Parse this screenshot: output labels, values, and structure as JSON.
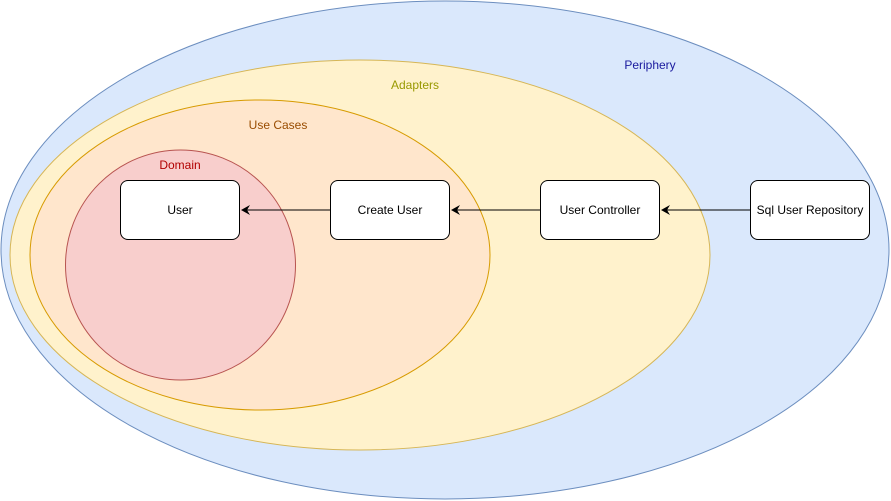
{
  "diagram": {
    "title": "Clean Architecture Layers",
    "layers": [
      {
        "id": "periphery",
        "label": "Periphery",
        "fill": "#dae8fc",
        "stroke": "#6c8ebf",
        "label_color": "#1a1a9e"
      },
      {
        "id": "adapters",
        "label": "Adapters",
        "fill": "#fff2cc",
        "stroke": "#d6b656",
        "label_color": "#999900"
      },
      {
        "id": "use-cases",
        "label": "Use Cases",
        "fill": "#ffe6cc",
        "stroke": "#d79b00",
        "label_color": "#994c00"
      },
      {
        "id": "domain",
        "label": "Domain",
        "fill": "#f8cecc",
        "stroke": "#b85450",
        "label_color": "#b20000"
      }
    ],
    "nodes": [
      {
        "id": "user",
        "label": "User",
        "layer": "domain"
      },
      {
        "id": "create-user",
        "label": "Create User",
        "layer": "use-cases"
      },
      {
        "id": "user-controller",
        "label": "User Controller",
        "layer": "adapters"
      },
      {
        "id": "sql-user-repository",
        "label": "Sql User Repository",
        "layer": "periphery"
      }
    ],
    "edges": [
      {
        "from": "create-user",
        "to": "user"
      },
      {
        "from": "user-controller",
        "to": "create-user"
      },
      {
        "from": "sql-user-repository",
        "to": "user-controller"
      }
    ]
  }
}
